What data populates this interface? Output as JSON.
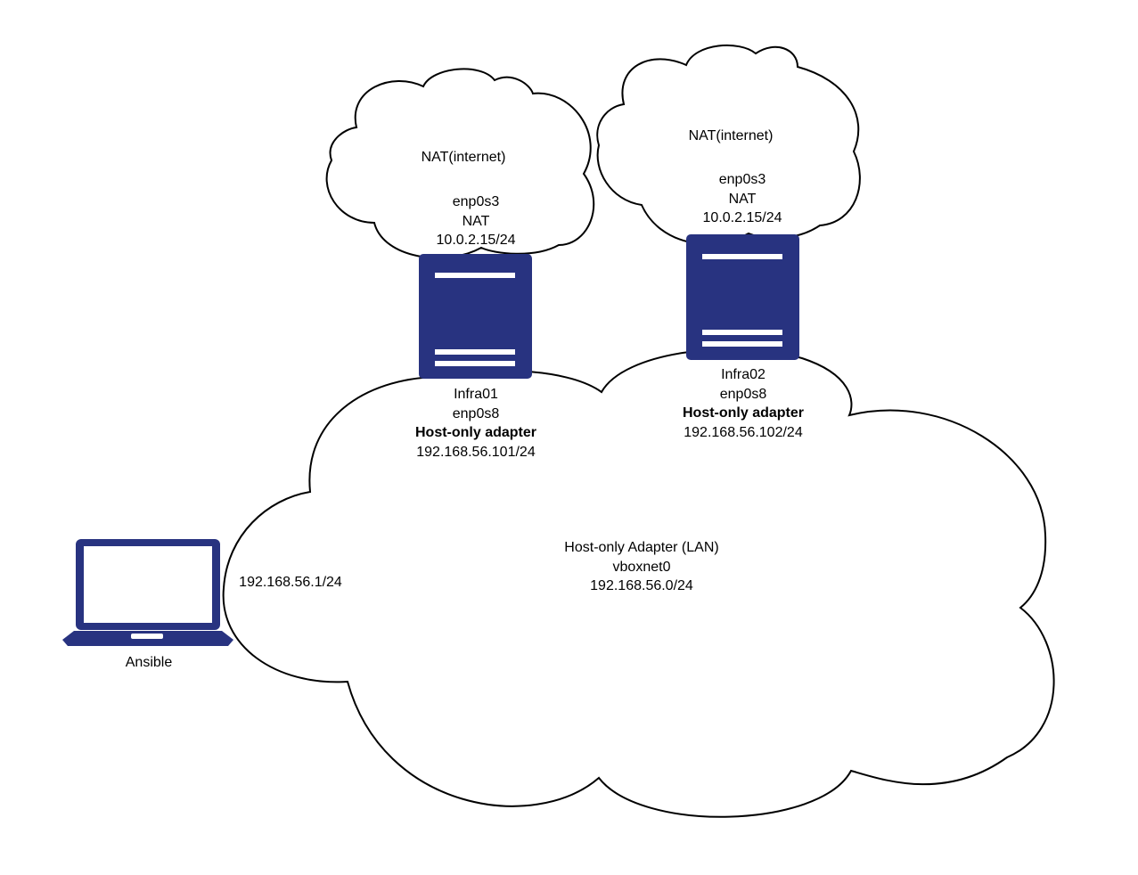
{
  "colors": {
    "device": "#283380",
    "stroke": "#000000",
    "background": "#ffffff"
  },
  "nat_cloud_1": {
    "title": "NAT(internet)",
    "iface": "enp0s3",
    "type": "NAT",
    "ip": "10.0.2.15/24"
  },
  "nat_cloud_2": {
    "title": "NAT(internet)",
    "iface": "enp0s3",
    "type": "NAT",
    "ip": "10.0.2.15/24"
  },
  "infra01": {
    "name": "Infra01",
    "iface": "enp0s8",
    "adapter": "Host-only adapter",
    "ip": "192.168.56.101/24",
    "icon": "server-icon"
  },
  "infra02": {
    "name": "Infra02",
    "iface": "enp0s8",
    "adapter": "Host-only adapter",
    "ip": "192.168.56.102/24",
    "icon": "server-icon"
  },
  "lan_cloud": {
    "title": "Host-only Adapter (LAN)",
    "name": "vboxnet0",
    "subnet": "192.168.56.0/24"
  },
  "ansible": {
    "name": "Ansible",
    "ip": "192.168.56.1/24",
    "icon": "laptop-icon"
  }
}
